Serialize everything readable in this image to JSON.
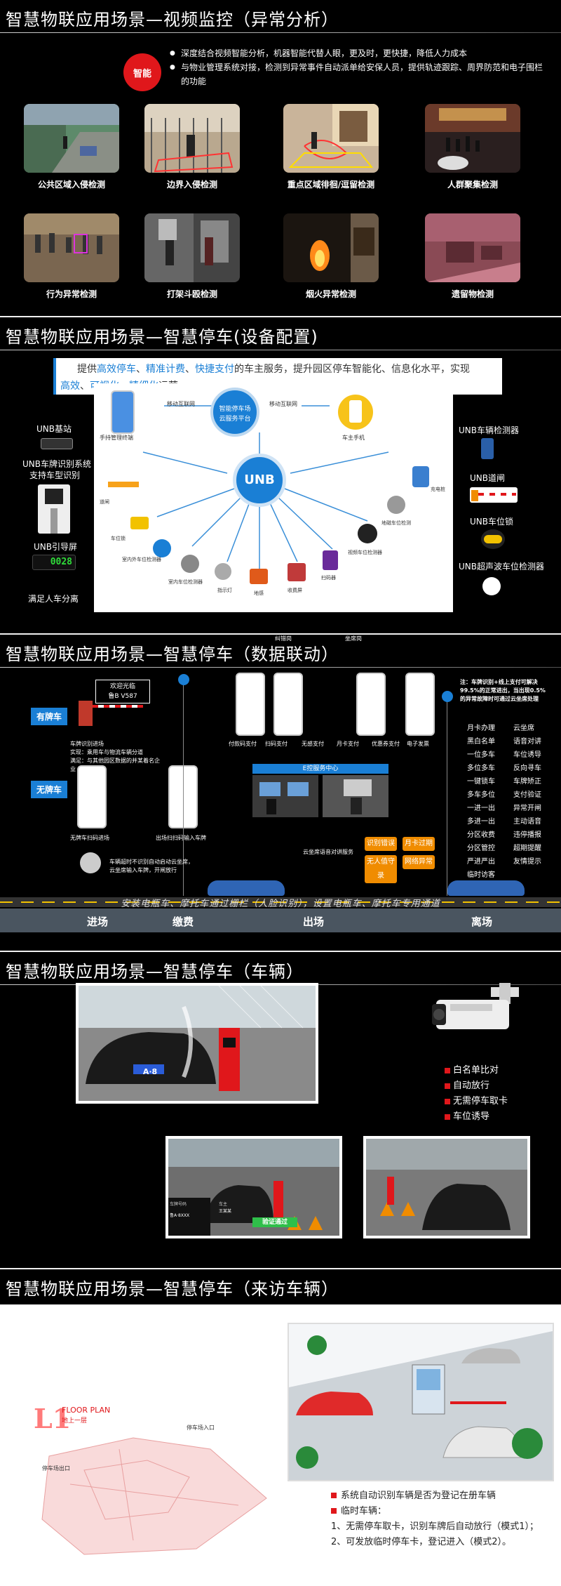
{
  "slide1": {
    "title": "智慧物联应用场景—视频监控（异常分析）",
    "badge": "智能",
    "bullets": [
      "深度结合视频智能分析，机器智能代替人眼，更及时，更快捷，降低人力成本",
      "与物业管理系统对接，检测到异常事件自动派单给安保人员，提供轨迹跟踪、周界防范和电子围栏的功能"
    ],
    "cards": [
      "公共区域入侵检测",
      "边界入侵检测",
      "重点区域徘徊/逗留检测",
      "人群聚集检测",
      "行为异常检测",
      "打架斗殴检测",
      "烟火异常检测",
      "遗留物检测"
    ]
  },
  "slide2": {
    "title": "智慧物联应用场景—智慧停车(设备配置)",
    "intro_parts": [
      "提供",
      "高效停车",
      "、",
      "精准计费",
      "、",
      "快捷支付",
      "的车主服务，提升园区停车智能化、信息化水平，实现",
      "高效",
      "、",
      "可视化",
      "、",
      "精细化",
      "运营。"
    ],
    "left_labels": [
      "UNB基站",
      "UNB车牌识别系统",
      "支持车型识别",
      "UNB引导屏",
      "满足人车分离"
    ],
    "guide_screen_text": "0028",
    "right_labels": [
      "UNB车辆检测器",
      "UNB道闸",
      "UNB车位锁",
      "UNB超声波车位检测器"
    ],
    "center": {
      "cloud_line1": "智能停车场",
      "cloud_line2": "云服务平台",
      "hub": "UNB",
      "mobile_left": "移动互联网",
      "mobile_right": "移动互联网",
      "phone_left": "手持管理终端",
      "phone_right": "车主手机"
    },
    "ring_labels": [
      "道闸",
      "车位锁",
      "室内外车位检测器",
      "室内车位检测器",
      "指示灯",
      "地感",
      "收费屏",
      "扫码器",
      "视频车位检测器",
      "地磁车位检测",
      "充电桩"
    ]
  },
  "slide3": {
    "title": "智慧物联应用场景—智慧停车（数据联动）",
    "tag_with_plate": "有牌车",
    "tag_no_plate": "无牌车",
    "welcome": "欢迎光临",
    "plate": "鲁B V587",
    "recog_text": [
      "车牌识别进场",
      "实现：乘用车与物流车辆分道",
      "满足：与其他园区数据的并某着名企",
      "业"
    ],
    "scan_text": "无牌车扫码进场",
    "exit_scan_text": "出场扫扫码输入车牌",
    "pay_labels": [
      "付款码支付",
      "扫码支付",
      "无感支付",
      "月卡支付",
      "优惠券支付",
      "电子发票"
    ],
    "note": [
      "注：车牌识别+线上支付可解决",
      "99.5%的正常进出，当出现0.5%",
      "的异常故障时可通过云坐席处理"
    ],
    "service_center": "E控服务中心",
    "assist_label": "纠错岗",
    "seat_label": "坐席岗",
    "service_note": "云坐席语音对讲服务",
    "alarm_note": [
      "车辆超时不识别自动启动云坐席，",
      "云坐席输入车牌，开闸放行"
    ],
    "orange_buttons": [
      "识别错误",
      "月卡过期",
      "无人值守录",
      "网络异常"
    ],
    "func_left": [
      "月卡办理",
      "黑白名单",
      "一位多车",
      "多位多车",
      "一键锁车",
      "多车多位",
      "一进一出",
      "多进一出",
      "分区收费",
      "分区管控",
      "严进严出",
      "临时访客"
    ],
    "func_right": [
      "云坐席",
      "语音对讲",
      "车位诱导",
      "反向寻车",
      "车牌矫正",
      "支付验证",
      "异常开闸",
      "主动语音",
      "违停播报",
      "超期提醒",
      "友情提示"
    ],
    "ticker": "安装电瓶车、摩托车通过栅栏（人脸识别），设置电瓶车、摩托车专用通道",
    "steps": [
      "进场",
      "缴费",
      "出场",
      "离场"
    ]
  },
  "slide4": {
    "title": "智慧物联应用场景—智慧停车（车辆）",
    "features": [
      "白名单比对",
      "自动放行",
      "无需停车取卡",
      "车位诱导"
    ],
    "plate": "A·8",
    "screen_text": [
      "车牌号码",
      "鲁A·8XXX",
      "车主",
      "王某某"
    ],
    "green_btn": "验证通过"
  },
  "slide5": {
    "title": "智慧物联应用场景—智慧停车（来访车辆）",
    "floor_big": "L1",
    "floor_title": "FLOOR PLAN",
    "floor_sub": "地上一层",
    "entry_label": "停车场入口",
    "exit_label": "停车场出口",
    "text1": "系统自动识别车辆是否为登记在册车辆",
    "text2": "临时车辆：",
    "text3": "1、无需停车取卡，识别车牌后自动放行（模式1）；",
    "text4": "2、可发放临时停车卡，登记进入（模式2）。"
  },
  "colors": {
    "accent_red": "#e0171b",
    "accent_blue": "#1a7fd5",
    "orange": "#f08c00"
  }
}
